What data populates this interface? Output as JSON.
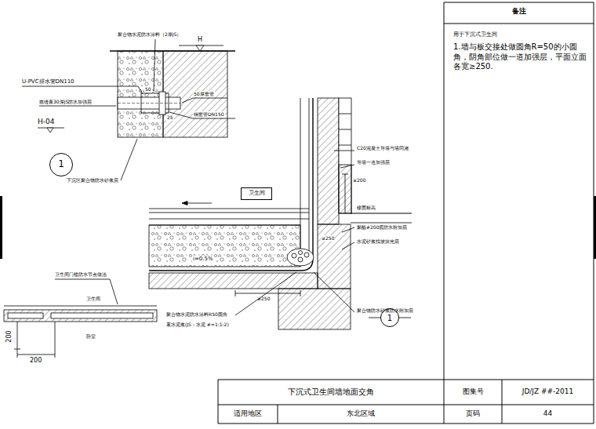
{
  "diagram": {
    "title": "下沉式卫生间墙地面交角",
    "nodes": [
      {
        "text": [
          "1"
        ]
      },
      {
        "text": [
          "卫生间"
        ]
      },
      {
        "text": [
          "1"
        ]
      }
    ],
    "labels": [
      "备注",
      "用于下沉式卫生间",
      "1.墙与板交接处做圆角R=50的小圆角，阴角部位做一道加强层，平面立面各宽≥250.",
      "图集号",
      "JD/JZ ##-2011",
      "适用地区",
      "东北区域",
      "页码",
      "44",
      "聚合物水泥防水涂料（2厚JS）",
      "H",
      "U-PVC排水管DN110",
      "嵌缝膏30厚JS防水加强层",
      "H-04",
      "50",
      "25",
      "50厚套管",
      "钢套管DN150",
      "下沉区聚合物防水砂浆层",
      "C20混凝土导墙与墙同浇",
      "导墙一道加强层",
      "≥200",
      "楼面标高",
      "聚酯#200底防水附加层",
      "水泥砂浆找坡抹光层",
      "≥250",
      "i=0.5%",
      "≥250",
      "聚合物水泥防水涂料R50圆角",
      "素水泥浆(JS：水泥 #=1:1:2)",
      "聚合物防水砂浆防水附加层",
      "卫生间门槛防水节点做法",
      "卫生间",
      "200",
      "200",
      "卧室"
    ]
  }
}
